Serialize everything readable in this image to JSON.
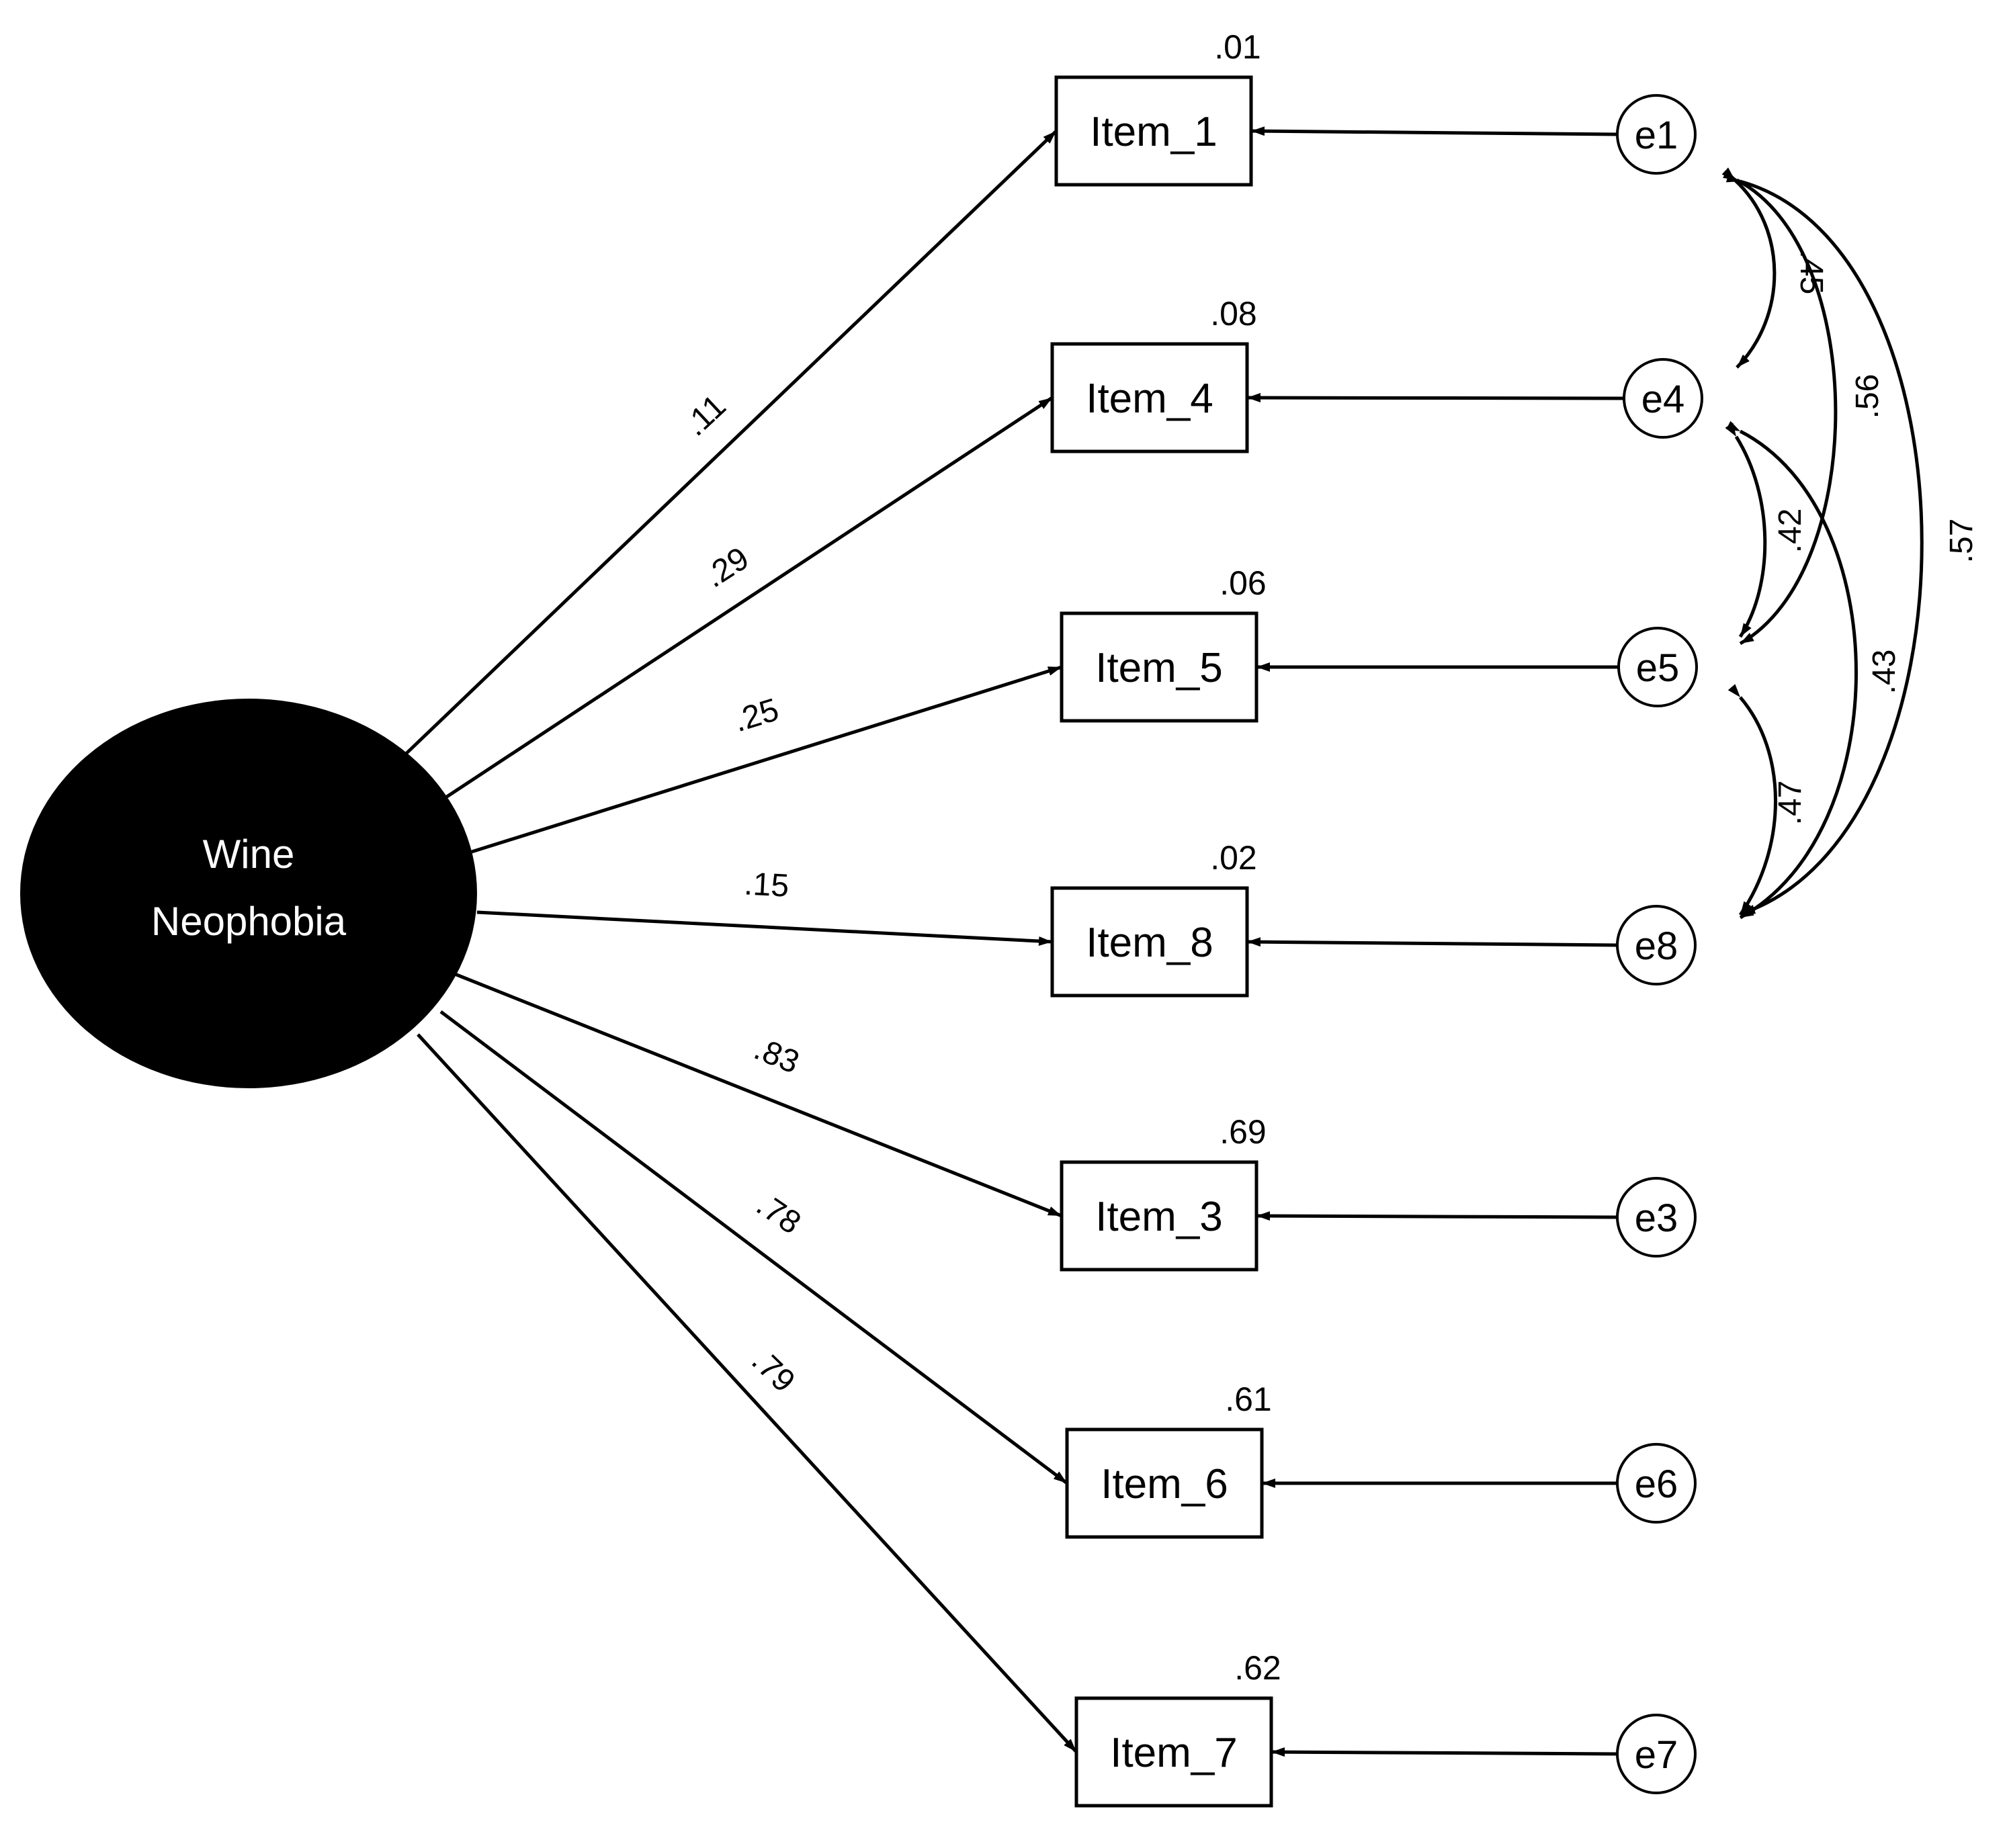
{
  "latent": {
    "label_line1": "Wine",
    "label_line2": "Neophobia",
    "fill": "#000000"
  },
  "items": [
    {
      "id": "item_1",
      "label": "Item_1",
      "r2": ".01",
      "loading": ".11",
      "error": "e1"
    },
    {
      "id": "item_4",
      "label": "Item_4",
      "r2": ".08",
      "loading": ".29",
      "error": "e4"
    },
    {
      "id": "item_5",
      "label": "Item_5",
      "r2": ".06",
      "loading": ".25",
      "error": "e5"
    },
    {
      "id": "item_8",
      "label": "Item_8",
      "r2": ".02",
      "loading": ".15",
      "error": "e8"
    },
    {
      "id": "item_3",
      "label": "Item_3",
      "r2": ".69",
      "loading": ".83",
      "error": "e3"
    },
    {
      "id": "item_6",
      "label": "Item_6",
      "r2": ".61",
      "loading": ".78",
      "error": "e6"
    },
    {
      "id": "item_7",
      "label": "Item_7",
      "r2": ".62",
      "loading": ".79",
      "error": "e7"
    }
  ],
  "covariances": [
    {
      "from": "e1",
      "to": "e4",
      "value": ".45"
    },
    {
      "from": "e1",
      "to": "e5",
      "value": ".56"
    },
    {
      "from": "e1",
      "to": "e8",
      "value": ".57"
    },
    {
      "from": "e4",
      "to": "e5",
      "value": ".42"
    },
    {
      "from": "e4",
      "to": "e8",
      "value": ".43"
    },
    {
      "from": "e5",
      "to": "e8",
      "value": ".47"
    }
  ]
}
